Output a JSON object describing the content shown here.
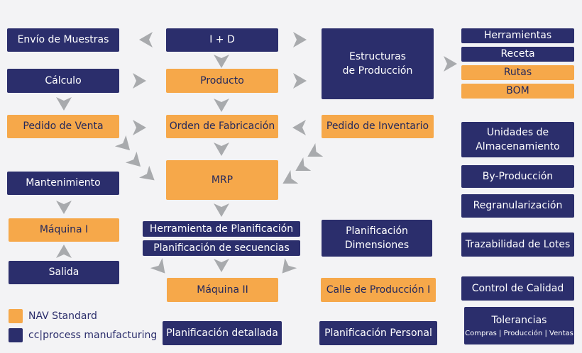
{
  "colors": {
    "navy": "#2b2e6c",
    "orange": "#f6a84a",
    "arrow": "#a8aaad",
    "background": "#f3f3f5"
  },
  "boxes": {
    "envio_muestras": "Envío de Muestras",
    "i_d": "I + D",
    "estructuras_l1": "Estructuras",
    "estructuras_l2": "de Producción",
    "herramientas": "Herramientas",
    "receta": "Receta",
    "rutas": "Rutas",
    "bom": "BOM",
    "calculo": "Cálculo",
    "producto": "Producto",
    "pedido_venta": "Pedido de Venta",
    "orden_fabricacion": "Orden de Fabricación",
    "pedido_inventario": "Pedido de Inventario",
    "unidades_l1": "Unidades de",
    "unidades_l2": "Almacenamiento",
    "mrp": "MRP",
    "by_produccion": "By-Producción",
    "mantenimiento": "Mantenimiento",
    "regranularizacion": "Regranularización",
    "herramienta_planificacion": "Herramienta de Planificación",
    "planificacion_secuencias": "Planificación de secuencias",
    "planif_dim_l1": "Planificación",
    "planif_dim_l2": "Dimensiones",
    "maquina_1": "Máquina I",
    "trazabilidad": "Trazabilidad de Lotes",
    "salida": "Salida",
    "maquina_2": "Máquina II",
    "calle_produccion": "Calle de Producción I",
    "control_calidad": "Control de Calidad",
    "planificacion_detallada": "Planificación detallada",
    "planificacion_personal": "Planificación Personal",
    "tolerancias": "Tolerancias",
    "tolerancias_sub": "Compras | Producción | Ventas"
  },
  "legend": {
    "nav_standard": "NAV Standard",
    "cc_process": "cc|process manufacturing"
  }
}
